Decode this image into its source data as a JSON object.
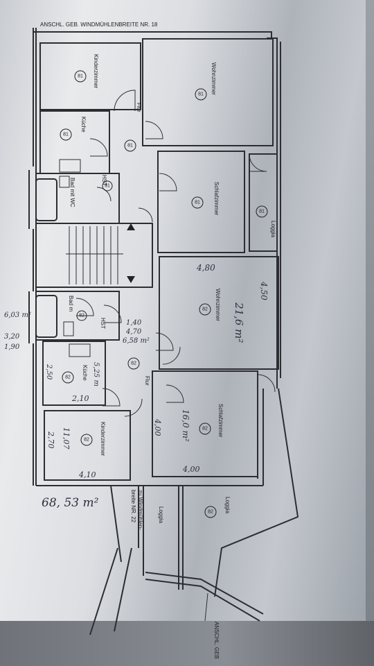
{
  "header": {
    "top_label": "ANSCHL. GEB. WINDMÜHLENBREITE NR. 18",
    "bottom_right_label": "ANSCHL. GEB"
  },
  "rooms": {
    "kinderzimmer_81": "Kinderzimmer",
    "kueche_81": "Küche",
    "flur_81": "Flur",
    "wohnzimmer_81": "Wohnzimmer",
    "schlafzimmer_81": "Schlafzimmer",
    "bad_81": "Bad mit WC",
    "loggia_81": "Loggia",
    "wohnzimmer_82": "Wohnzimmer",
    "bad_82": "Bad m",
    "kueche_82": "Küche",
    "flur_82": "Flur",
    "schlafzimmer_82": "Schlafzimmer",
    "kinderzimmer_82": "Kinderzimmer",
    "loggia_82": "Loggia",
    "loggia_nr22": "Loggia",
    "zu_windmuehlen": "zu Windmühlen-",
    "breite_nr22": "breite NR. 22"
  },
  "unit_numbers": {
    "u81": "81",
    "u82": "82"
  },
  "fixture_labels": {
    "hst": "HST"
  },
  "handwritten": {
    "wohnzimmer_82_width": "4,80",
    "wohnzimmer_82_length": "4,50",
    "wohnzimmer_82_area": "21,6 m²",
    "bad_area": "6,03 m²",
    "bad_w": "3,20",
    "bad_h": "1,90",
    "flur_w": "1,40",
    "flur_l": "4,70",
    "flur_area": "6,58 m²",
    "kueche_area": "5,25 m",
    "kueche_h": "2,50",
    "kueche_w": "2,10",
    "schlaf_area": "16,0 m²",
    "schlaf_h": "4,00",
    "schlaf_w": "4,00",
    "kinder_area": "11,07",
    "kinder_h": "2,70",
    "kinder_w": "4,10",
    "total_area": "68, 53 m²"
  }
}
